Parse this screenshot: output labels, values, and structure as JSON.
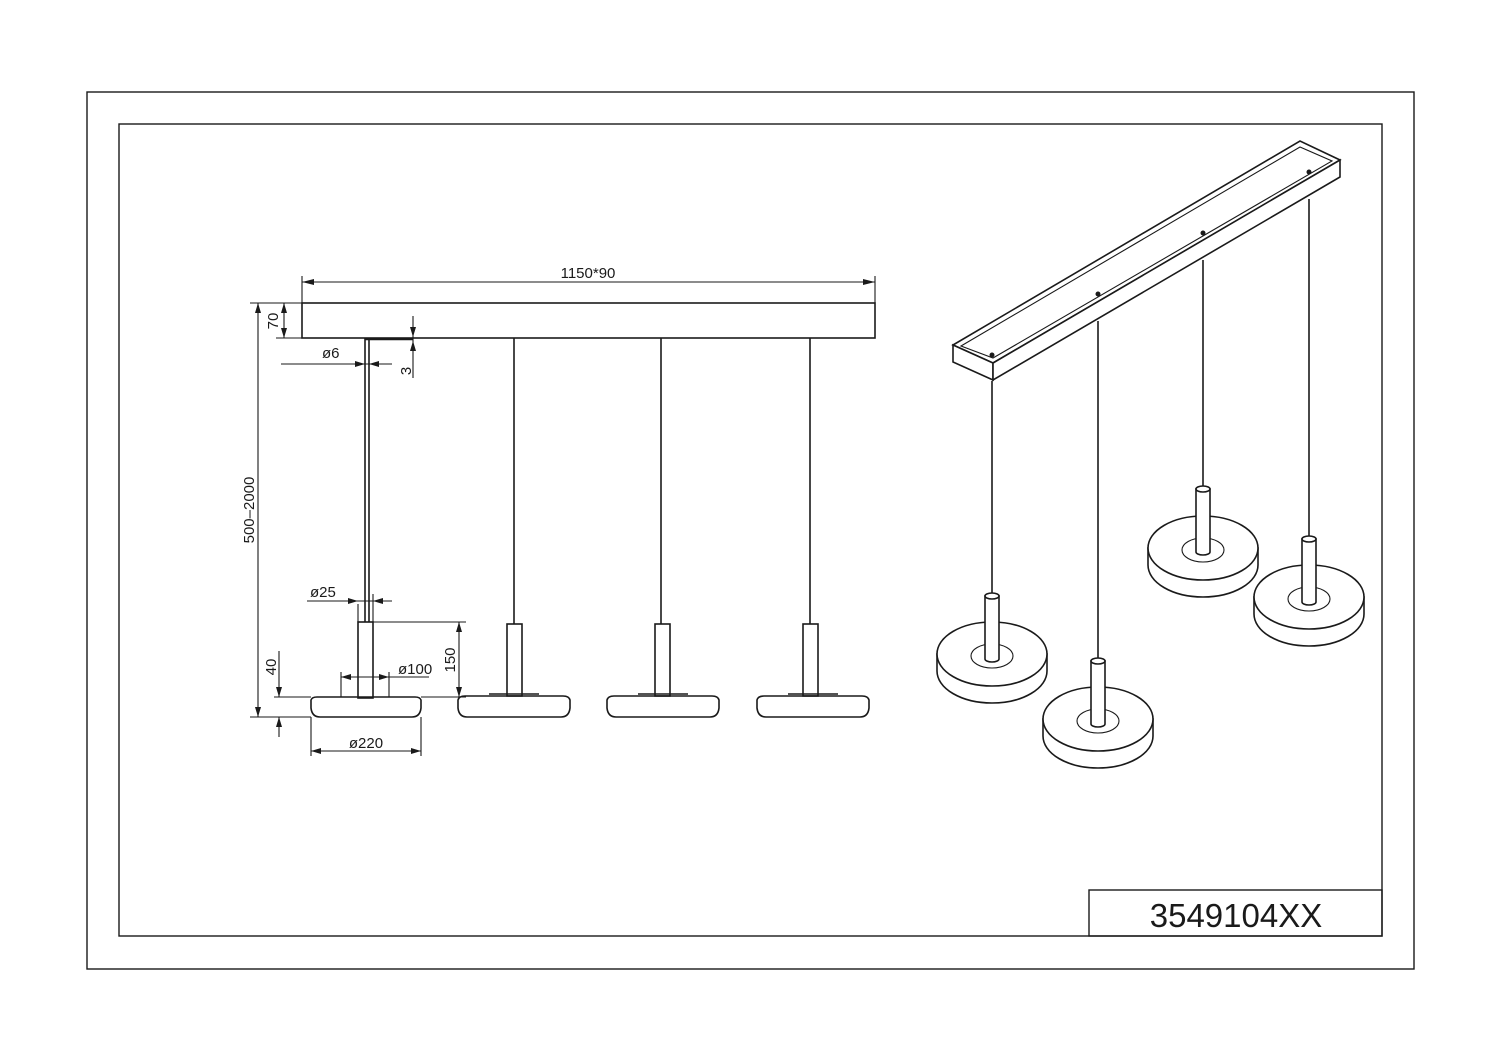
{
  "dimensions": {
    "bar_size": "1150*90",
    "canopy_height": "70",
    "cable_diameter": "ø6",
    "offset": "3",
    "suspension_length": "500–2000",
    "tube_diameter": "ø25",
    "head_height": "40",
    "tube_height": "150",
    "inner_diameter": "ø100",
    "shade_diameter": "ø220"
  },
  "title_block": {
    "part_number": "3549104XX"
  }
}
